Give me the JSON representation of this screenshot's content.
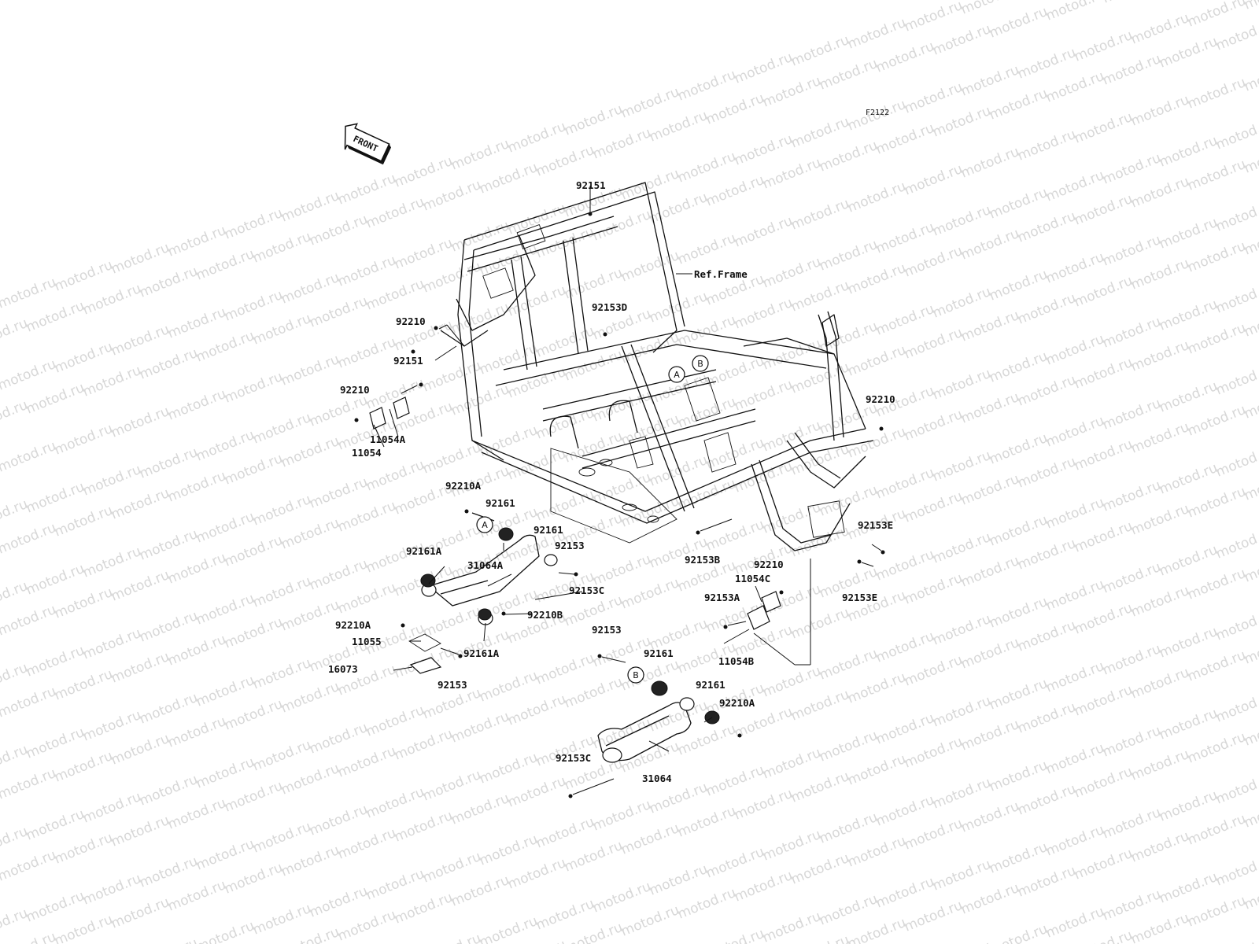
{
  "diagram": {
    "code": "F2122",
    "front_label": "FRONT",
    "ref_frame_label": "Ref.Frame",
    "watermark_text": "motod.ru",
    "ref_markers": [
      "A",
      "B"
    ],
    "parts": [
      {
        "id": "p01",
        "label": "92151"
      },
      {
        "id": "p02",
        "label": "92153D"
      },
      {
        "id": "p03",
        "label": "92210"
      },
      {
        "id": "p04",
        "label": "92151"
      },
      {
        "id": "p05",
        "label": "92210"
      },
      {
        "id": "p06",
        "label": "11054A"
      },
      {
        "id": "p07",
        "label": "11054"
      },
      {
        "id": "p08",
        "label": "92210"
      },
      {
        "id": "p09",
        "label": "92210A"
      },
      {
        "id": "p10",
        "label": "92161"
      },
      {
        "id": "p11",
        "label": "92161"
      },
      {
        "id": "p12",
        "label": "92153"
      },
      {
        "id": "p13",
        "label": "92161A"
      },
      {
        "id": "p14",
        "label": "31064A"
      },
      {
        "id": "p15",
        "label": "92153C"
      },
      {
        "id": "p16",
        "label": "92210B"
      },
      {
        "id": "p17",
        "label": "92210A"
      },
      {
        "id": "p18",
        "label": "11055"
      },
      {
        "id": "p19",
        "label": "92161A"
      },
      {
        "id": "p20",
        "label": "16073"
      },
      {
        "id": "p21",
        "label": "92153"
      },
      {
        "id": "p22",
        "label": "92153B"
      },
      {
        "id": "p23",
        "label": "92153E"
      },
      {
        "id": "p24",
        "label": "92210"
      },
      {
        "id": "p25",
        "label": "11054C"
      },
      {
        "id": "p26",
        "label": "92153A"
      },
      {
        "id": "p27",
        "label": "92153E"
      },
      {
        "id": "p28",
        "label": "11054B"
      },
      {
        "id": "p29",
        "label": "92153"
      },
      {
        "id": "p30",
        "label": "92161"
      },
      {
        "id": "p31",
        "label": "92161"
      },
      {
        "id": "p32",
        "label": "92210A"
      },
      {
        "id": "p33",
        "label": "92153C"
      },
      {
        "id": "p34",
        "label": "31064"
      }
    ]
  }
}
